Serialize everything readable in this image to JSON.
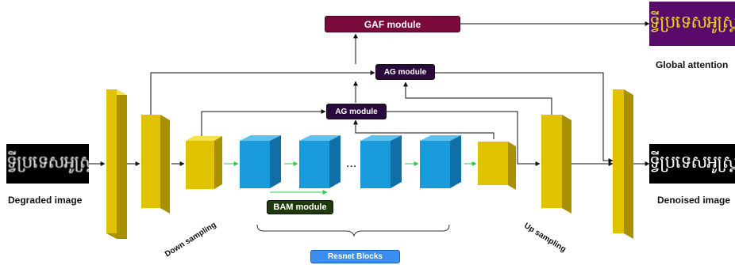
{
  "modules": {
    "gaf": "GAF module",
    "ag_top": "AG module",
    "ag_mid": "AG module",
    "bam": "BAM module",
    "resnet": "Resnet Blocks"
  },
  "labels": {
    "degraded": "Degraded image",
    "denoised": "Denoised image",
    "global_attention": "Global attention",
    "down_sampling": "Down sampling",
    "up_sampling": "Up sampling",
    "ellipsis": "..."
  },
  "images": {
    "sample_text": "ទ្វីប្រទេសអូស្ត្រាលី"
  },
  "colors": {
    "yellow_block": "#e0c200",
    "blue_block": "#1a9bdc",
    "gaf_module": "#7a0a3c",
    "ag_module": "#2a0a3c",
    "bam_module": "#1e3a0a",
    "resnet_box": "#3b8ff0",
    "global_attention_bg": "#5a0a6a"
  }
}
